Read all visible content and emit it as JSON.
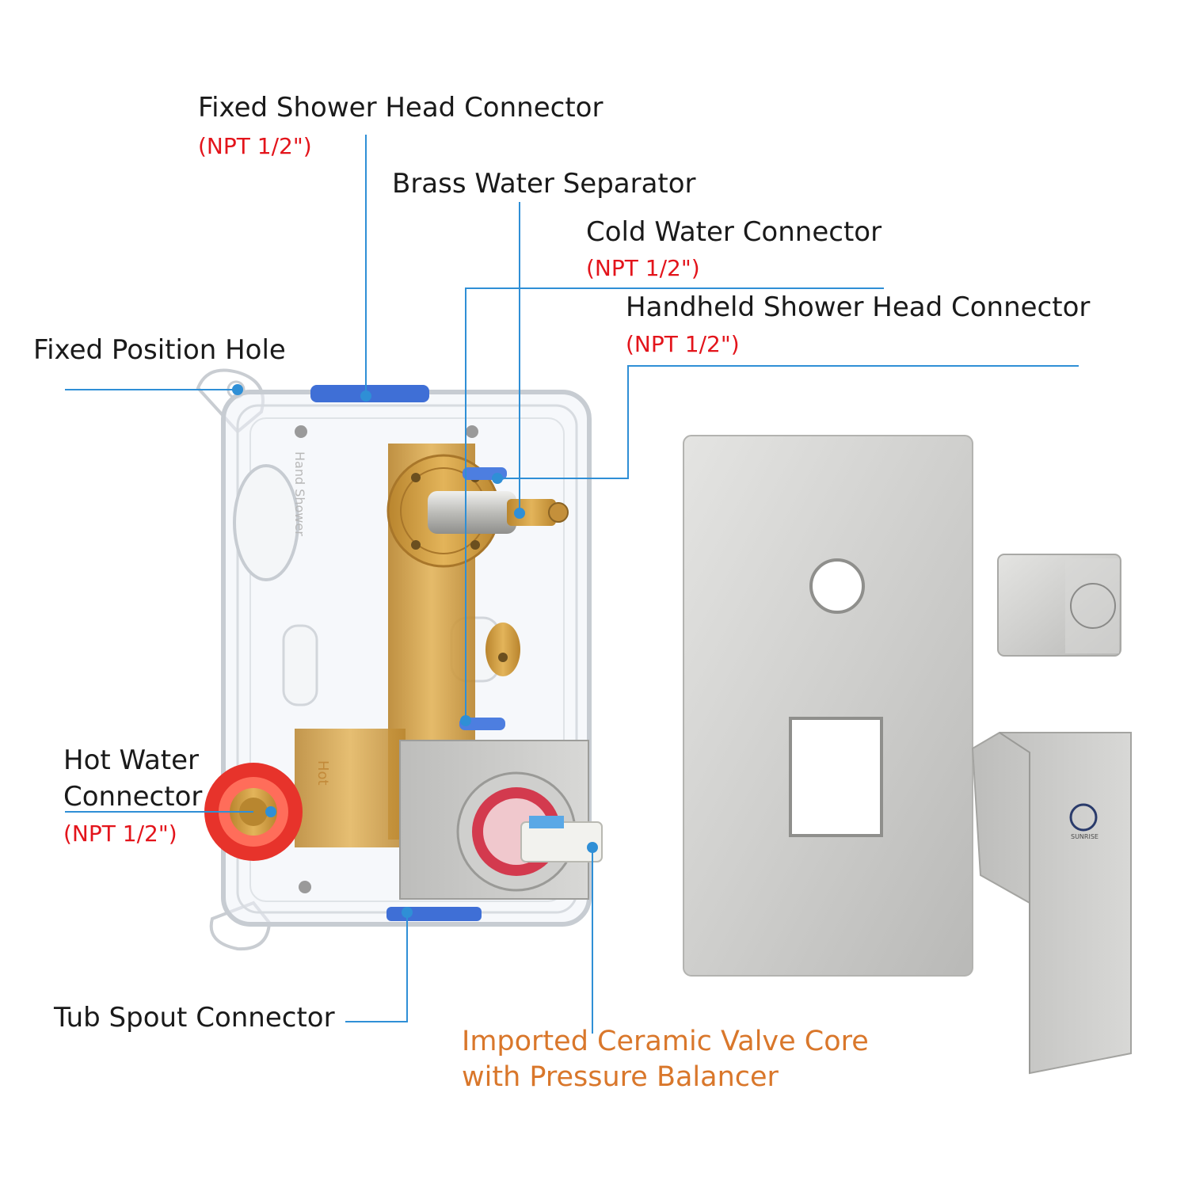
{
  "labels": {
    "fixed_shower_head": {
      "title": "Fixed Shower Head Connector",
      "spec": "(NPT 1/2\")"
    },
    "brass_separator": {
      "title": "Brass Water Separator"
    },
    "cold_water": {
      "title": "Cold Water Connector",
      "spec": "(NPT 1/2\")"
    },
    "handheld_shower_head": {
      "title": "Handheld Shower Head Connector",
      "spec": "(NPT 1/2\")"
    },
    "fixed_position_hole": {
      "title": "Fixed Position Hole"
    },
    "hot_water": {
      "title_line1": "Hot Water",
      "title_line2": "Connector",
      "spec": "(NPT 1/2\")"
    },
    "tub_spout": {
      "title": "Tub Spout Connector"
    },
    "valve_core": {
      "line1": "Imported Ceramic Valve Core",
      "line2": "with Pressure Balancer"
    },
    "box_embossed": {
      "top": "Hand Shower",
      "bottom": "Hot"
    },
    "handle_brand": "SUNRISE"
  },
  "colors": {
    "leader_line": "#2f8fd6",
    "spec_text": "#e3141b",
    "highlight_text": "#d9772b",
    "brass": "#d4a24a",
    "brushed_nickel": "#cfcfcd",
    "label_text": "#1a1a1a"
  }
}
